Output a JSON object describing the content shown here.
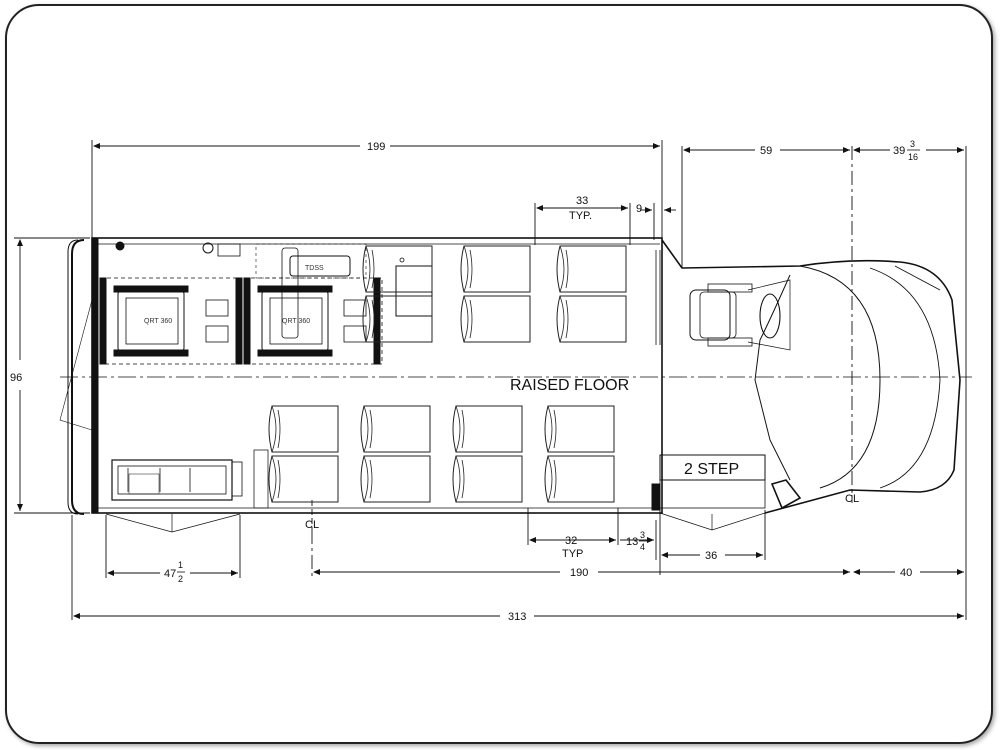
{
  "labels": {
    "raised_floor": "RAISED FLOOR",
    "two_step": "2 STEP",
    "tdss": "TDSS",
    "qrt_left": "QRT 360",
    "qrt_right": "QRT 360",
    "centerline": "CL"
  },
  "dimensions": {
    "overall_length": "313",
    "body_length": "199",
    "width": "96",
    "cab_59": "59",
    "cab_39": "39",
    "cab_39_num": "3",
    "cab_39_den": "16",
    "seat_pitch_33": "33",
    "seat_pitch_33_typ": "TYP.",
    "gap_9": "9",
    "seat_pitch_32": "32",
    "seat_pitch_32_typ": "TYP",
    "rear_47": "47",
    "rear_47_num": "1",
    "rear_47_den": "2",
    "wheelbase_190": "190",
    "front_40": "40",
    "step_36": "36",
    "aisle_13": "13",
    "aisle_13_num": "3",
    "aisle_13_den": "4"
  },
  "colors": {
    "line": "#111111",
    "dashed": "#333333"
  }
}
